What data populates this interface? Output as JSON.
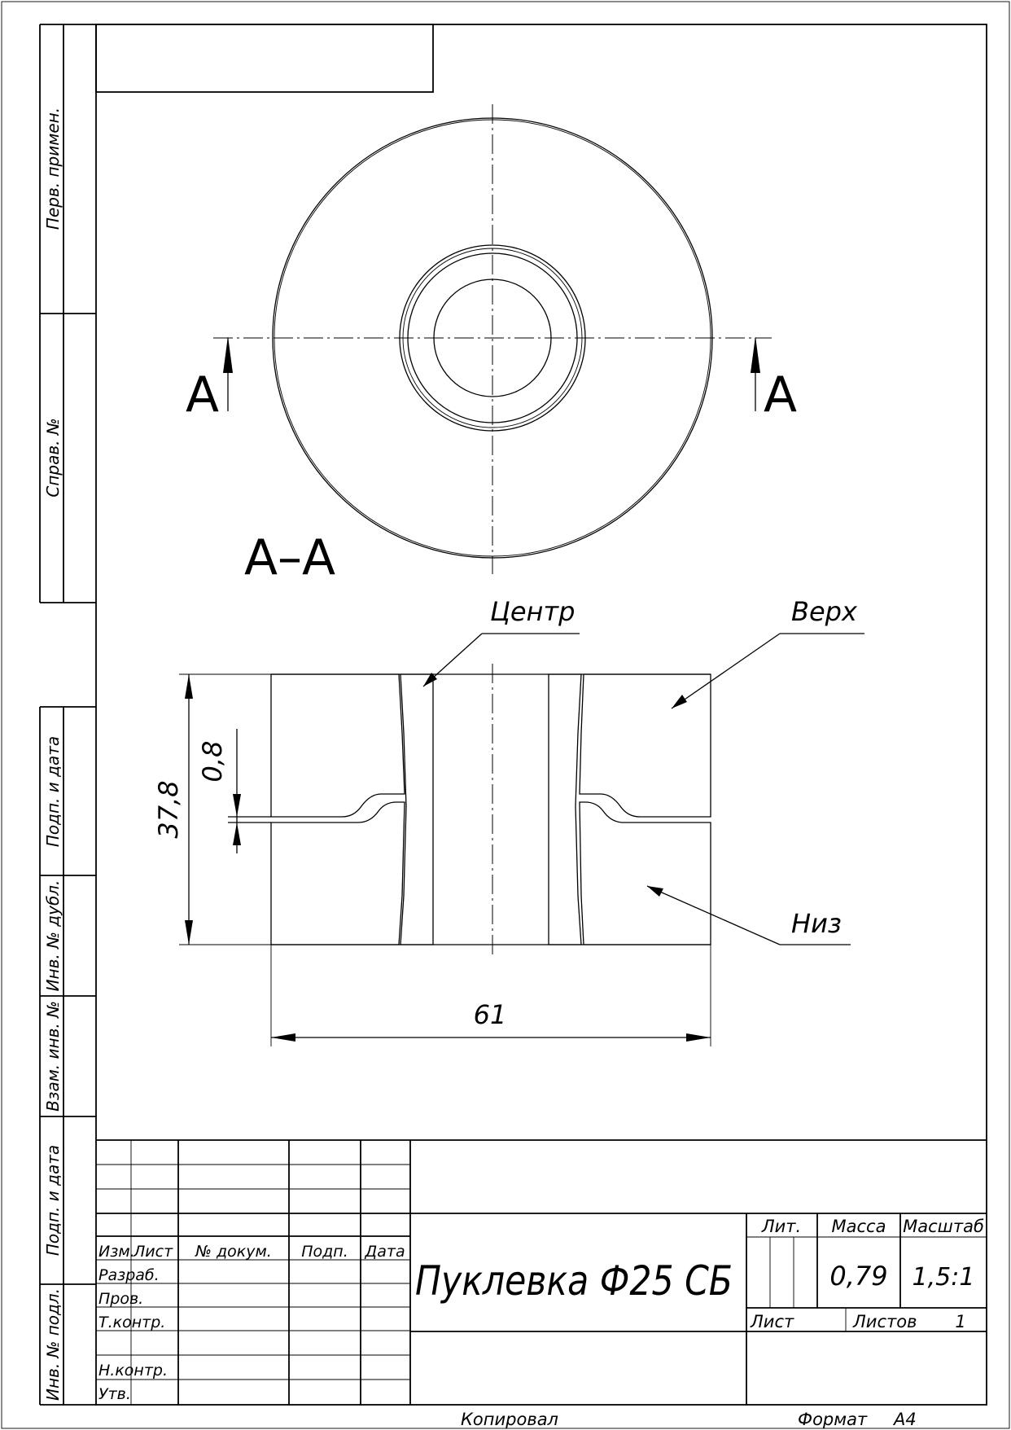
{
  "side_labels": [
    "Перв. примен.",
    "Справ. №",
    "Подп. и дата",
    "Инв. № дубл.",
    "Взам. инв. №",
    "Подп. и дата",
    "Инв. № подл."
  ],
  "section": {
    "cut_letter": "A",
    "title": "A–A"
  },
  "leaders": {
    "center": "Центр",
    "top": "Верх",
    "bottom": "Низ"
  },
  "dimensions": {
    "height": "37,8",
    "gap": "0,8",
    "width": "61"
  },
  "title_block": {
    "headers": [
      "Изм.",
      "Лист",
      "№ докум.",
      "Подп.",
      "Дата"
    ],
    "roles": [
      "Разраб.",
      "Пров.",
      "Т.контр.",
      "",
      "Н.контр.",
      "Утв."
    ],
    "name": "Пуклевка Ф25  СБ",
    "lit_label": "Лит.",
    "mass_label": "Масса",
    "scale_label": "Масштаб",
    "mass": "0,79",
    "scale": "1,5:1",
    "sheet_label": "Лист",
    "sheets_label": "Листов",
    "sheets": "1"
  },
  "footer": {
    "copied": "Копировал",
    "format_label": "Формат",
    "format": "A4"
  }
}
